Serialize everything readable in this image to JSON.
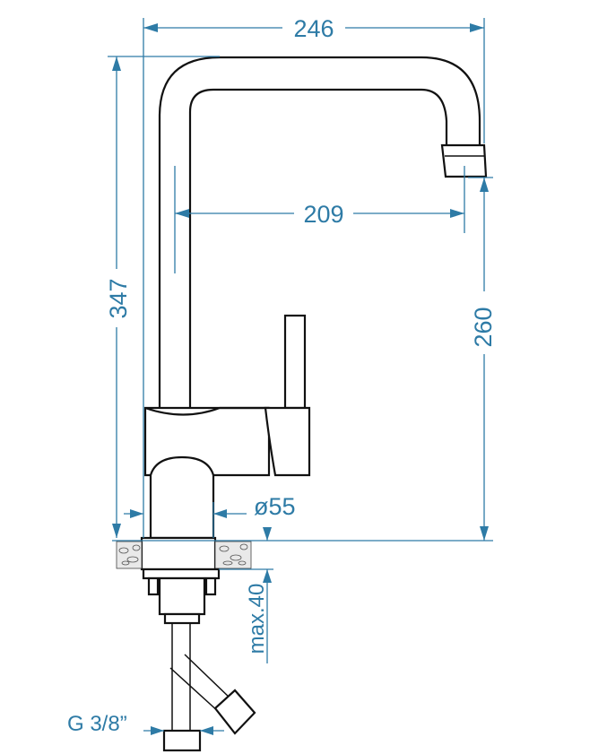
{
  "dimensions": {
    "width_total": "246",
    "spout_reach": "209",
    "height_total": "347",
    "spout_height": "260",
    "base_diameter": "ø55",
    "max_thickness": "max.40",
    "connection": "G 3/8”"
  },
  "colors": {
    "dimension": "#2e7ba6",
    "outline": "#111111"
  }
}
